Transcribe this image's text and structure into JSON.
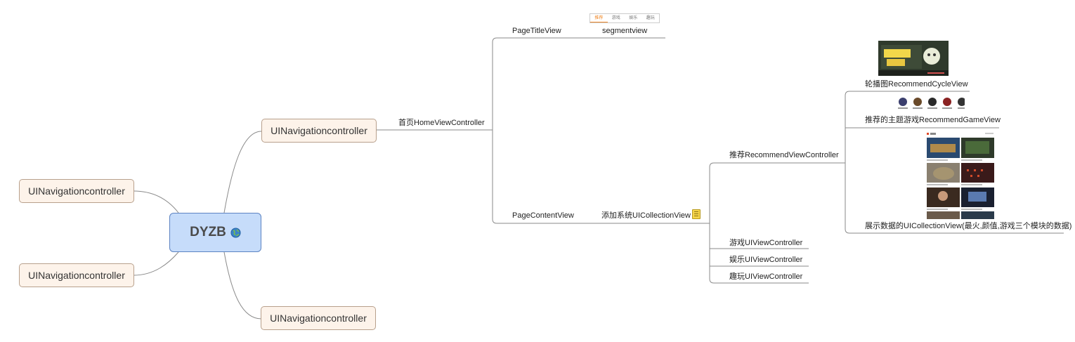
{
  "root": {
    "label": "DYZB"
  },
  "topics": {
    "nav_top": "UINavigationcontroller",
    "nav_left_upper": "UINavigationcontroller",
    "nav_left_lower": "UINavigationcontroller",
    "nav_bottom": "UINavigationcontroller"
  },
  "labels": {
    "home_vc": "首页HomeViewController",
    "page_title_view": "PageTitleView",
    "segment_view": "segmentview",
    "page_content_view": "PageContentView",
    "add_collection_view": "添加系统UICollectionView",
    "recommend_vc": "推荐RecommendViewController",
    "cycle_view": "轮播图RecommendCycleView",
    "game_view": "推荐的主题游戏RecommendGameView",
    "collection_data": "展示数据的UICollectionView(最火,颜值,游戏三个模块的数据)",
    "game_vc": "游戏UIViewController",
    "amuse_vc": "娱乐UIViewController",
    "fun_vc": "趣玩UIViewController"
  },
  "segment_tabs": [
    "推荐",
    "游戏",
    "娱乐",
    "趣玩"
  ],
  "colors": {
    "root_fill": "#c6dcfa",
    "topic_fill": "#fdf3ea",
    "line": "#777777",
    "accent": "#f08a2c"
  }
}
